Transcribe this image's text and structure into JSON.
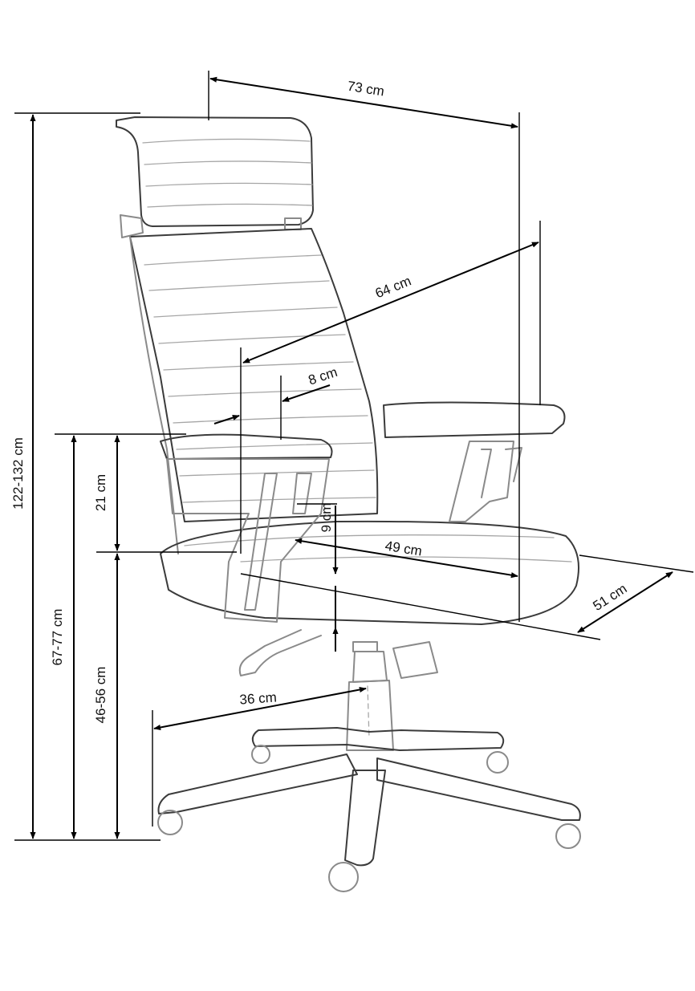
{
  "dimensions": {
    "overall_width": "73 cm",
    "backrest_height": "64 cm",
    "armrest_width": "8 cm",
    "seat_thickness": "9 cm",
    "seat_depth": "49 cm",
    "seat_width": "51 cm",
    "base_radius": "36 cm",
    "total_height": "122-132 cm",
    "armrest_height": "67-77 cm",
    "armrest_above_seat": "21 cm",
    "seat_height": "46-56 cm"
  },
  "colors": {
    "dimension_line": "#000000",
    "chair_outline": "#8a8a8a"
  }
}
